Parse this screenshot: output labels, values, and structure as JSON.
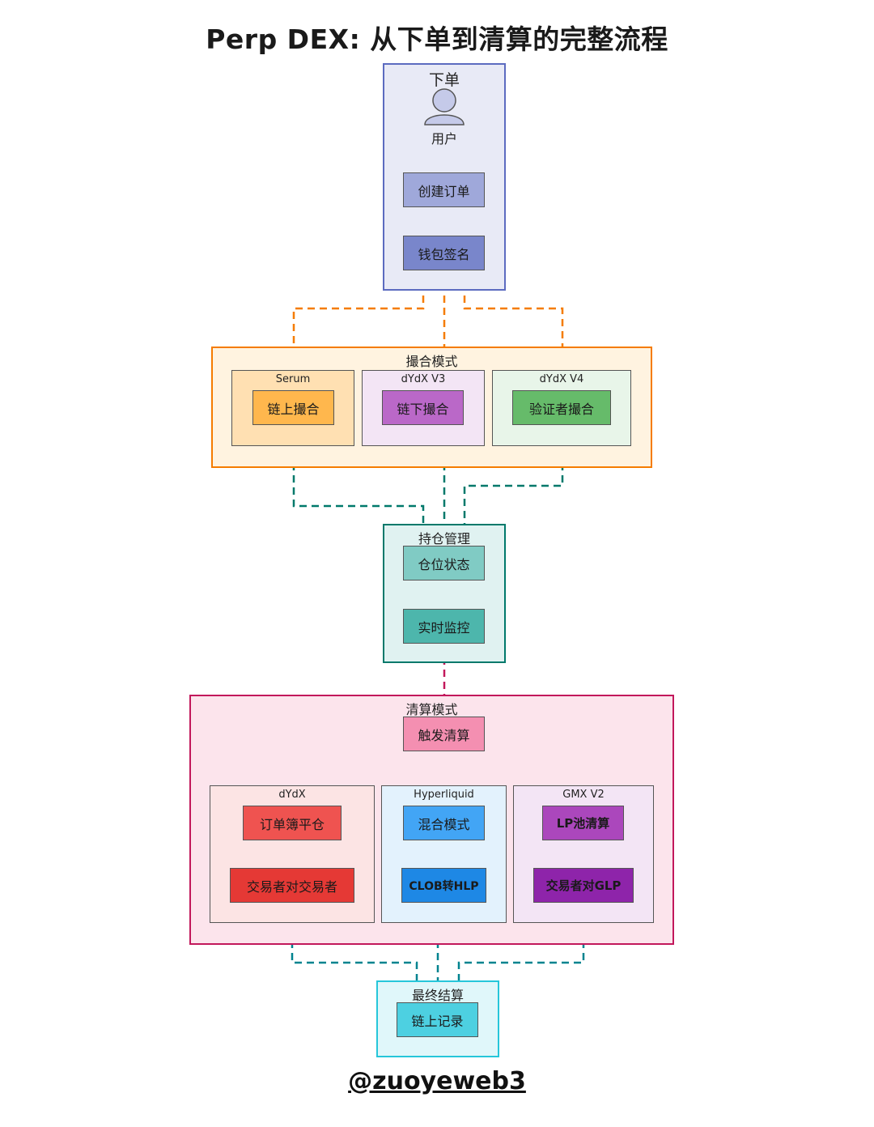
{
  "title": "Perp DEX: 从下单到清算的完整流程",
  "footer": "@zuoyeweb3",
  "groups": {
    "order": "下单",
    "matching": "撮合模式",
    "position": "持仓管理",
    "liquidation": "清算模式",
    "settlement": "最终结算"
  },
  "subgroups": {
    "serum": "Serum",
    "dydx_v3": "dYdX V3",
    "dydx_v4": "dYdX V4",
    "dydx": "dYdX",
    "hyperliquid": "Hyperliquid",
    "gmx_v2": "GMX V2"
  },
  "nodes": {
    "user": "用户",
    "create_order": "创建订单",
    "wallet_sign": "钱包签名",
    "onchain_match": "链上撮合",
    "offchain_match": "链下撮合",
    "validator_match": "验证者撮合",
    "position_status": "仓位状态",
    "realtime_monitor": "实时监控",
    "trigger_liquidation": "触发清算",
    "orderbook_close": "订单簿平仓",
    "trader_vs_trader": "交易者对交易者",
    "hybrid_mode": "混合模式",
    "clob_to_hlp": "CLOB转HLP",
    "lp_pool_liquidation": "LP池清算",
    "trader_vs_glp": "交易者对GLP",
    "onchain_record": "链上记录"
  },
  "colors": {
    "order_edge": "#5c6bc0",
    "matching_edge": "#f57c00",
    "position_edge": "#00796b",
    "liquidation_edge": "#c2185b",
    "settlement_edge": "#00838f"
  }
}
